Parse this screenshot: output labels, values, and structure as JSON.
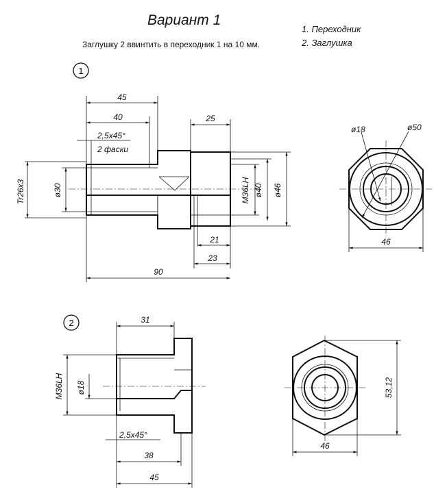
{
  "header": {
    "title": "Вариант  1",
    "subtitle": "Заглушку 2 ввинтить в переходник 1 на 10 мм.",
    "legend": [
      "1. Переходник",
      "2. Заглушка"
    ]
  },
  "part1": {
    "number": "1",
    "dims": {
      "len_45": "45",
      "len_40": "40",
      "len_25": "25",
      "chamfer": "2,5x45°",
      "chamfer_count": "2 фаски",
      "thread": "Tr26x3",
      "dia_30": "ø30",
      "m36": "M36LH",
      "dia_40": "ø40",
      "dia_46": "ø46",
      "len_21": "21",
      "len_23": "23",
      "len_90": "90"
    },
    "side_dims": {
      "dia_18": "ø18",
      "dia_50": "ø50",
      "width_46": "46"
    }
  },
  "part2": {
    "number": "2",
    "dims": {
      "len_31": "31",
      "m36": "M36LH",
      "dia_18": "ø18",
      "chamfer": "2,5x45°",
      "len_38": "38",
      "len_45": "45"
    },
    "side_dims": {
      "height_5312": "53,12",
      "width_46": "46"
    }
  }
}
